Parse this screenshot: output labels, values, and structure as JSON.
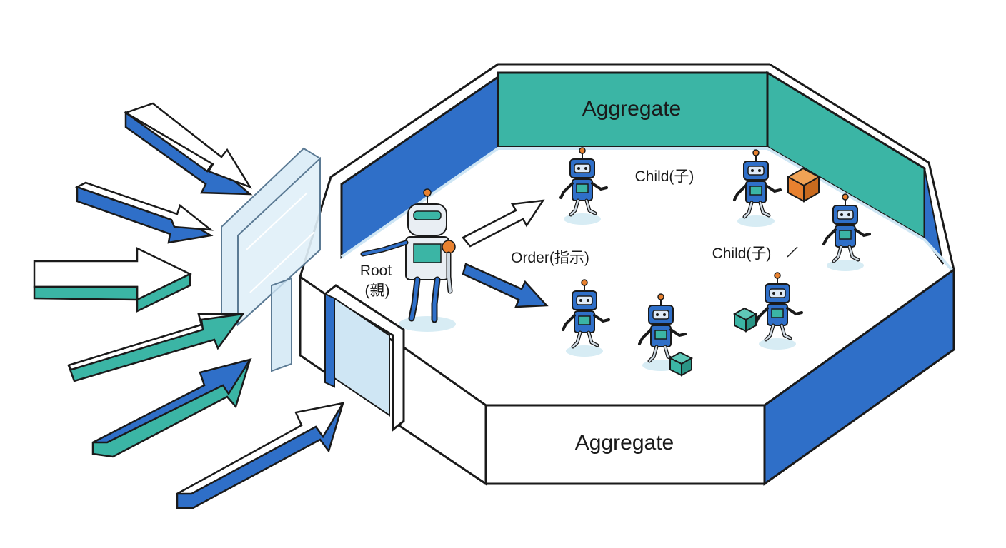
{
  "labels": {
    "aggregate_back": "Aggregate",
    "aggregate_front": "Aggregate",
    "root_line1": "Root",
    "root_line2": "(親)",
    "order": "Order(指示)",
    "child_top": "Child(子)",
    "child_mid": "Child(子)"
  },
  "colors": {
    "blue": "#2f6fc8",
    "teal": "#3bb5a5",
    "outline": "#1a1a1a",
    "glass": "#cfe6f4",
    "floor_shadow": "#d7ecf4",
    "orange": "#e8812f"
  }
}
